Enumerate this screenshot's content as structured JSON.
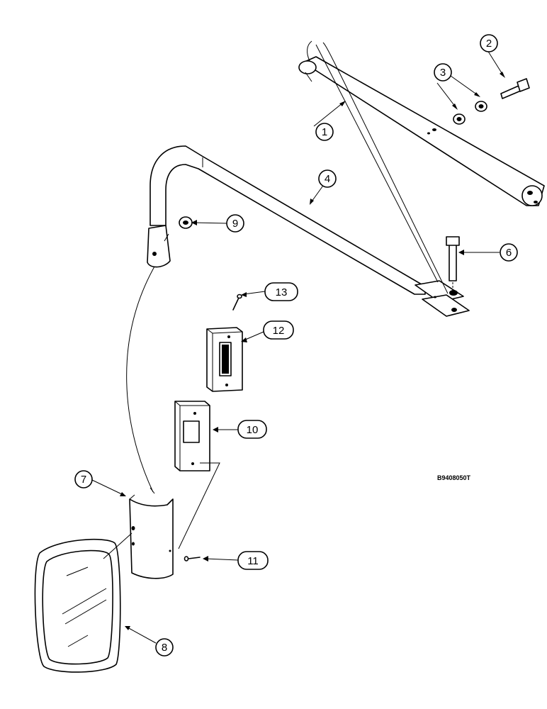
{
  "drawing_ref": "B9408050T",
  "callouts": [
    {
      "id": "c1",
      "label": "1"
    },
    {
      "id": "c2",
      "label": "2"
    },
    {
      "id": "c3",
      "label": "3"
    },
    {
      "id": "c4",
      "label": "4"
    },
    {
      "id": "c6",
      "label": "6"
    },
    {
      "id": "c7",
      "label": "7"
    },
    {
      "id": "c8",
      "label": "8"
    },
    {
      "id": "c9",
      "label": "9"
    },
    {
      "id": "c10",
      "label": "10"
    },
    {
      "id": "c11",
      "label": "11"
    },
    {
      "id": "c12",
      "label": "12"
    },
    {
      "id": "c13",
      "label": "13"
    }
  ]
}
